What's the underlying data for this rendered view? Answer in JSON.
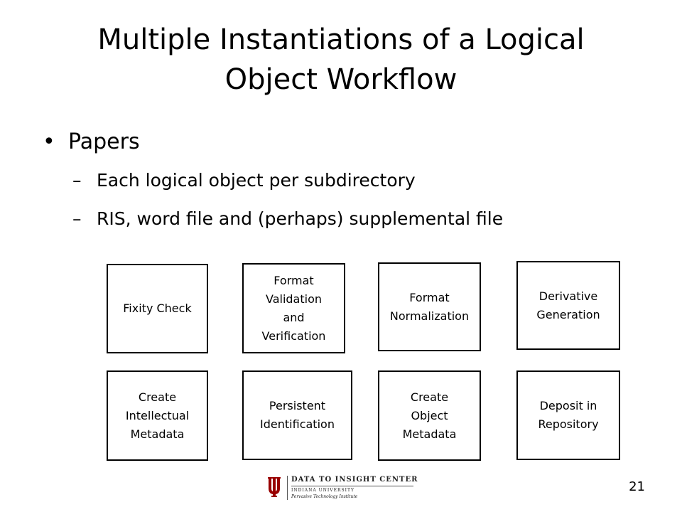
{
  "slide": {
    "title": "Multiple Instantiations of a Logical Object Workflow",
    "bullets": [
      {
        "text": "Papers",
        "subitems": [
          "Each logical object per subdirectory",
          "RIS, word file and (perhaps) supplemental file"
        ]
      }
    ],
    "bullet_marker": "•",
    "subitem_marker": "–",
    "page_number": "21"
  },
  "workflow": {
    "row1": [
      "Fixity Check",
      "Format Validation and Verification",
      "Format Normalization",
      "Derivative Generation"
    ],
    "row2": [
      "Create Intellectual Metadata",
      "Persistent Identification",
      "Create Object Metadata",
      "Deposit in Repository"
    ]
  },
  "logo": {
    "name": "DATA TO INSIGHT CENTER",
    "university": "INDIANA UNIVERSITY",
    "institute": "Pervasive Technology Institute",
    "brand_color": "#990000"
  }
}
